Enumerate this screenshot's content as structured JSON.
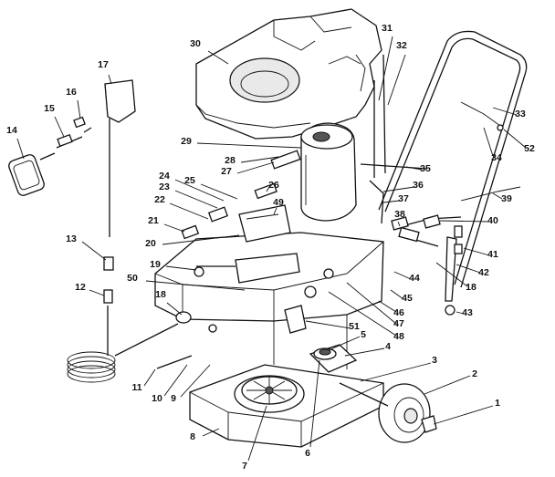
{
  "callouts": [
    "1",
    "2",
    "3",
    "4",
    "5",
    "6",
    "7",
    "8",
    "9",
    "10",
    "11",
    "12",
    "13",
    "14",
    "15",
    "16",
    "17",
    "18",
    "18",
    "19",
    "20",
    "21",
    "22",
    "23",
    "24",
    "25",
    "26",
    "27",
    "28",
    "29",
    "30",
    "31",
    "32",
    "33",
    "34",
    "35",
    "36",
    "37",
    "38",
    "39",
    "40",
    "41",
    "42",
    "43",
    "44",
    "45",
    "46",
    "47",
    "48",
    "49",
    "50",
    "51",
    "52"
  ]
}
